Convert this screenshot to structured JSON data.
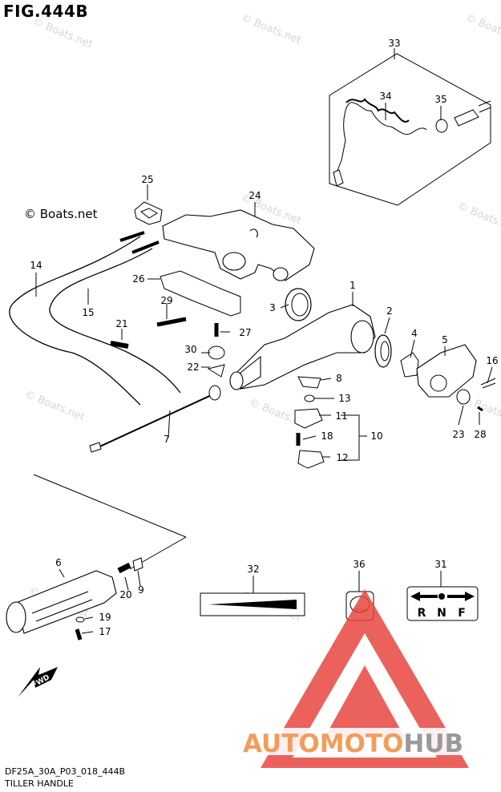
{
  "figure_title": "FIG.444B",
  "drawing_code": "DF25A_30A_P03_018_444B",
  "drawing_name": "TILLER HANDLE",
  "copyright_mark": "© Boats.net",
  "watermark_repeat": "© Boats.net",
  "logo": {
    "part1": "AUTOMOTO",
    "part2": "HUB",
    "color_a": "#f39c5a",
    "color_b": "#9a9a9a",
    "triangle_color": "#e8463f"
  },
  "callouts": [
    "1",
    "2",
    "3",
    "4",
    "5",
    "6",
    "7",
    "8",
    "9",
    "10",
    "11",
    "12",
    "13",
    "14",
    "15",
    "16",
    "17",
    "18",
    "19",
    "20",
    "21",
    "22",
    "23",
    "24",
    "25",
    "26",
    "27",
    "28",
    "29",
    "30",
    "31",
    "32",
    "33",
    "34",
    "35",
    "36"
  ],
  "fwd_label": "FWD",
  "stop_label": "STOP",
  "shift_labels": [
    "R",
    "N",
    "F"
  ]
}
